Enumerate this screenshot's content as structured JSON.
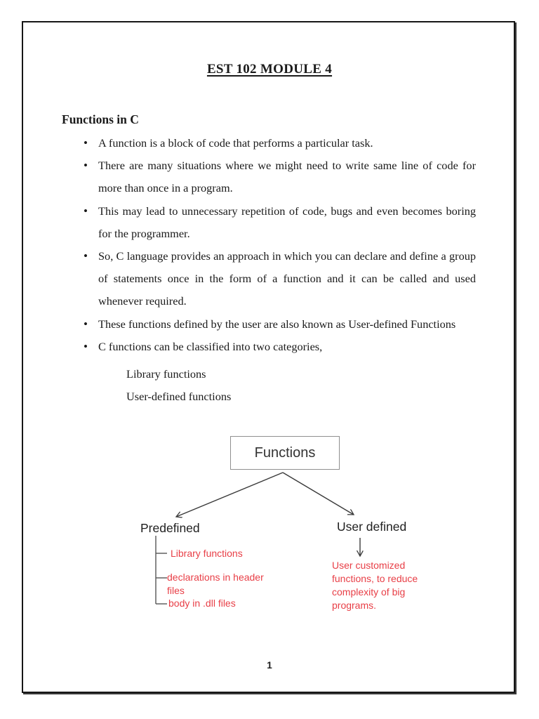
{
  "document": {
    "title": "EST 102 MODULE 4",
    "heading": "Functions in C",
    "bullets": [
      "A function is a block of code that performs a particular task.",
      "There are many situations where we might need to write same line of code for more than once in a program.",
      "This may lead to unnecessary repetition of code, bugs and even becomes boring for the programmer.",
      "So, C language provides an approach in which you can declare and define a group of statements once in the form of a function and it can be called and used whenever required.",
      "These functions defined by the user are also known as User-defined Functions",
      "C functions can be classified into two categories,"
    ],
    "categories": [
      "Library functions",
      "User-defined functions"
    ],
    "page_number": "1"
  },
  "diagram": {
    "root_label": "Functions",
    "left": {
      "label": "Predefined",
      "items": [
        "Library functions",
        "declarations in header files",
        "body in .dll files"
      ]
    },
    "right": {
      "label": "User defined",
      "note": "User customized functions, to reduce complexity of big programs."
    },
    "colors": {
      "red_text": "#e83e46",
      "connector_line": "#3a3a3a"
    }
  }
}
